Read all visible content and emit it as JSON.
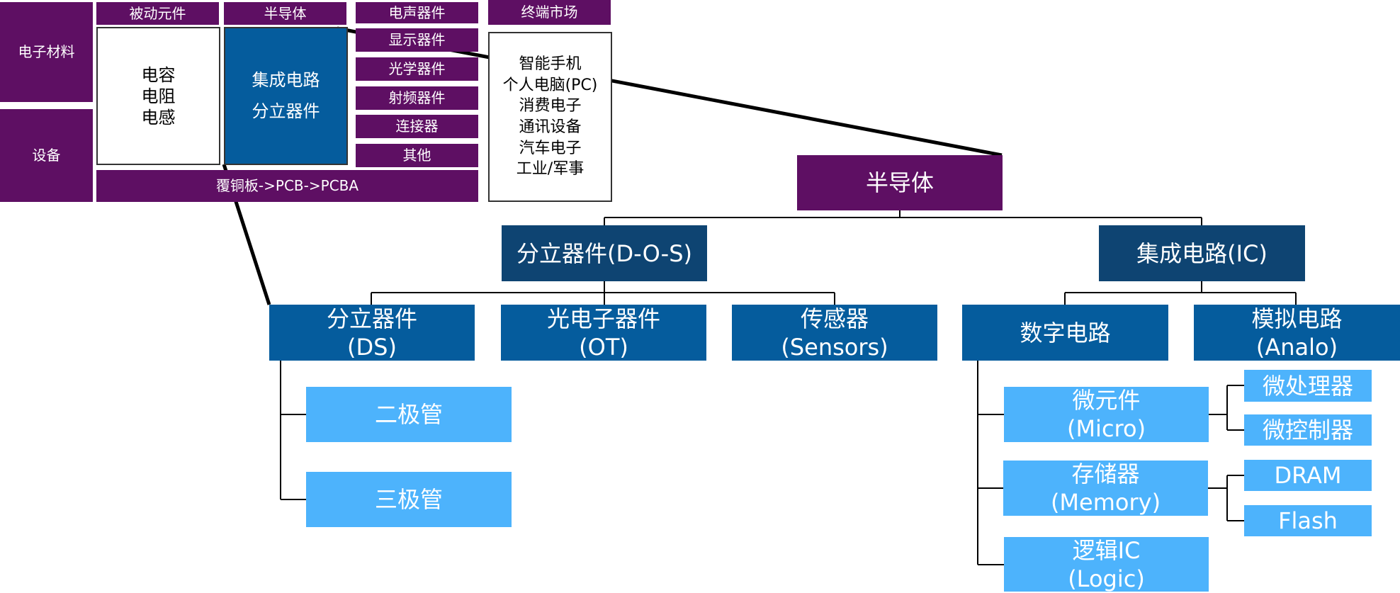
{
  "industry": {
    "rows": {
      "materials": "电子材料",
      "equipment": "设备"
    },
    "columns": {
      "passive": "被动元件",
      "semiconductor": "半导体",
      "electroacoustic": "电声器件",
      "end_market": "终端市场"
    },
    "passive_items": [
      "电容",
      "电阻",
      "电感"
    ],
    "semiconductor_items": [
      "集成电路",
      "分立器件"
    ],
    "other_components": [
      "显示器件",
      "光学器件",
      "射频器件",
      "连接器",
      "其他"
    ],
    "end_markets": [
      "智能手机",
      "个人电脑(PC)",
      "消费电子",
      "通讯设备",
      "汽车电子",
      "工业/军事"
    ],
    "pcb_chain": "覆铜板->PCB->PCBA"
  },
  "tree": {
    "root": "半导体",
    "discrete": "分立器件(D-O-S)",
    "ic": "集成电路(IC)",
    "ds": [
      "分立器件",
      "(DS)"
    ],
    "ot": [
      "光电子器件",
      "(OT)"
    ],
    "sensors": [
      "传感器",
      "(Sensors)"
    ],
    "digital": "数字电路",
    "analog": [
      "模拟电路",
      "(Analo)"
    ],
    "diode": "二极管",
    "transistor": "三极管",
    "micro": [
      "微元件",
      "(Micro)"
    ],
    "memory": [
      "存储器",
      "(Memory)"
    ],
    "logic": [
      "逻辑IC",
      "(Logic)"
    ],
    "mpu": "微处理器",
    "mcu": "微控制器",
    "dram": "DRAM",
    "flash": "Flash"
  }
}
